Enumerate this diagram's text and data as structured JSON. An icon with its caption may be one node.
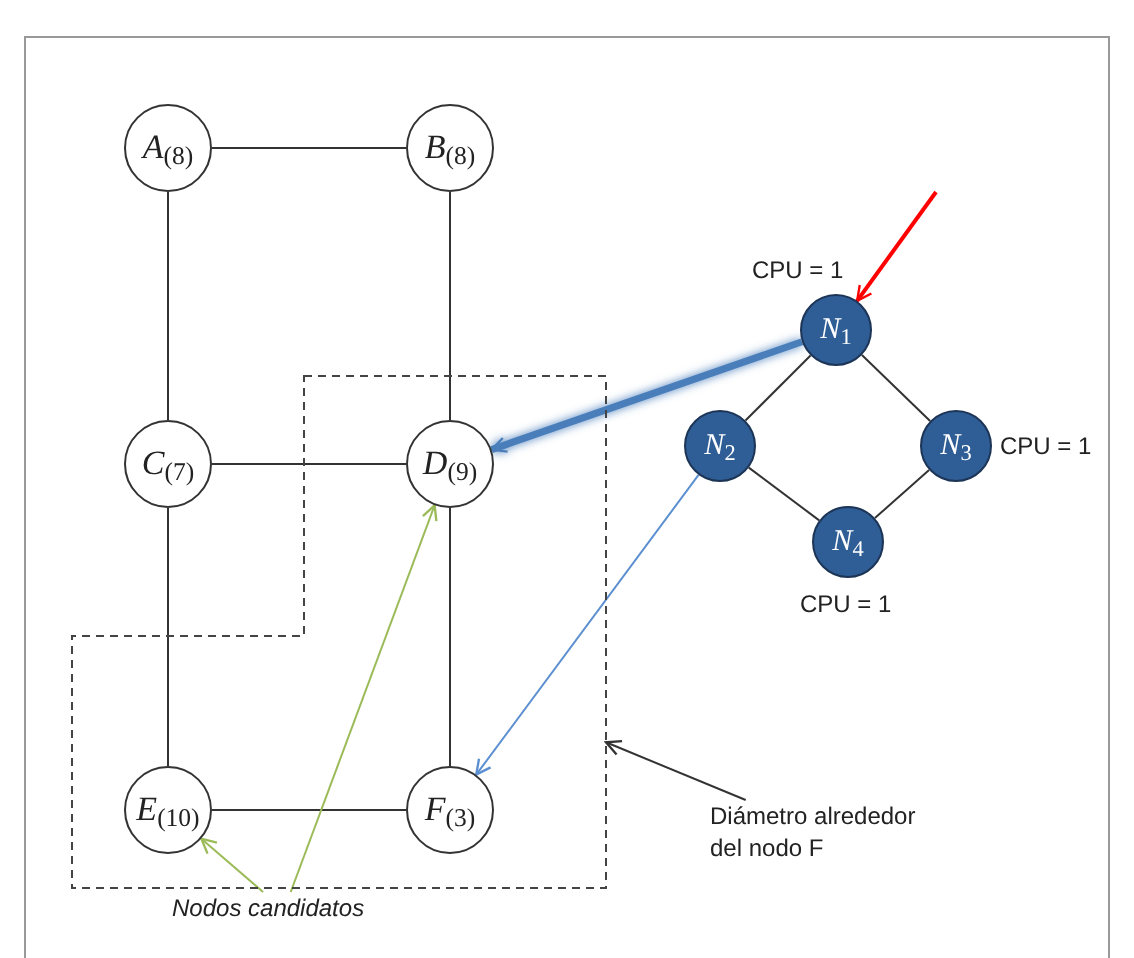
{
  "diagram": {
    "nodes": [
      {
        "text": [
          "*A*$_{(8)}$"
        ]
      },
      {
        "text": [
          "*B*$_{(8)}$"
        ]
      },
      {
        "text": [
          "*C*$_{(7)}$"
        ]
      },
      {
        "text": [],
        "shape": "box"
      },
      {
        "text": [
          "*D*$_{(9)}$"
        ],
        "in": 3
      },
      {
        "text": [
          "*E*$_{(10)}$"
        ],
        "in": 3
      },
      {
        "text": [
          "*F*$_{(3)}$"
        ],
        "in": 3
      },
      {
        "text": [
          "*N*$_{1}$"
        ],
        "beside": [
          "CPU = 1"
        ]
      },
      {
        "text": [
          "*N*$_{2}$"
        ]
      },
      {
        "text": [
          "*N*$_{3}$"
        ],
        "beside": [
          "CPU = 1"
        ]
      },
      {
        "text": [
          "*N*$_{4}$"
        ],
        "beside": [
          "CPU = 1"
        ]
      },
      {
        "text": [
          "Diámetro alrededor del nodo F"
        ]
      },
      {
        "text": [
          "Nodos candidatos"
        ]
      }
    ],
    "edges": [
      {
        "from": 0,
        "to": 1,
        "arrow": "none"
      },
      {
        "from": 0,
        "to": 2,
        "arrow": "none"
      },
      {
        "from": 1,
        "to": 4,
        "arrow": "none"
      },
      {
        "from": 2,
        "to": 4,
        "arrow": "none"
      },
      {
        "from": 2,
        "to": 5,
        "arrow": "none"
      },
      {
        "from": 4,
        "to": 6,
        "arrow": "none"
      },
      {
        "from": 5,
        "to": 6,
        "arrow": "none"
      },
      {
        "from": 7,
        "to": 8,
        "arrow": "none"
      },
      {
        "from": 7,
        "to": 9,
        "arrow": "none"
      },
      {
        "from": 8,
        "to": 10,
        "arrow": "none"
      },
      {
        "from": 9,
        "to": 10,
        "arrow": "none"
      },
      {
        "from": 7,
        "to": 4,
        "arrow": "to",
        "style": "thick",
        "color": "#4a7ebb"
      },
      {
        "from": 8,
        "to": 6,
        "arrow": "to",
        "color": "#5b8fd0"
      },
      {
        "from": 12,
        "to": 5,
        "arrow": "to",
        "color": "#9bbb59"
      },
      {
        "from": 12,
        "to": 4,
        "arrow": "to",
        "color": "#9bbb59"
      },
      {
        "from": 11,
        "to": 3,
        "arrow": "to"
      },
      {
        "from": null,
        "to": 7,
        "arrow": "to",
        "color": "#ff0000"
      }
    ]
  }
}
